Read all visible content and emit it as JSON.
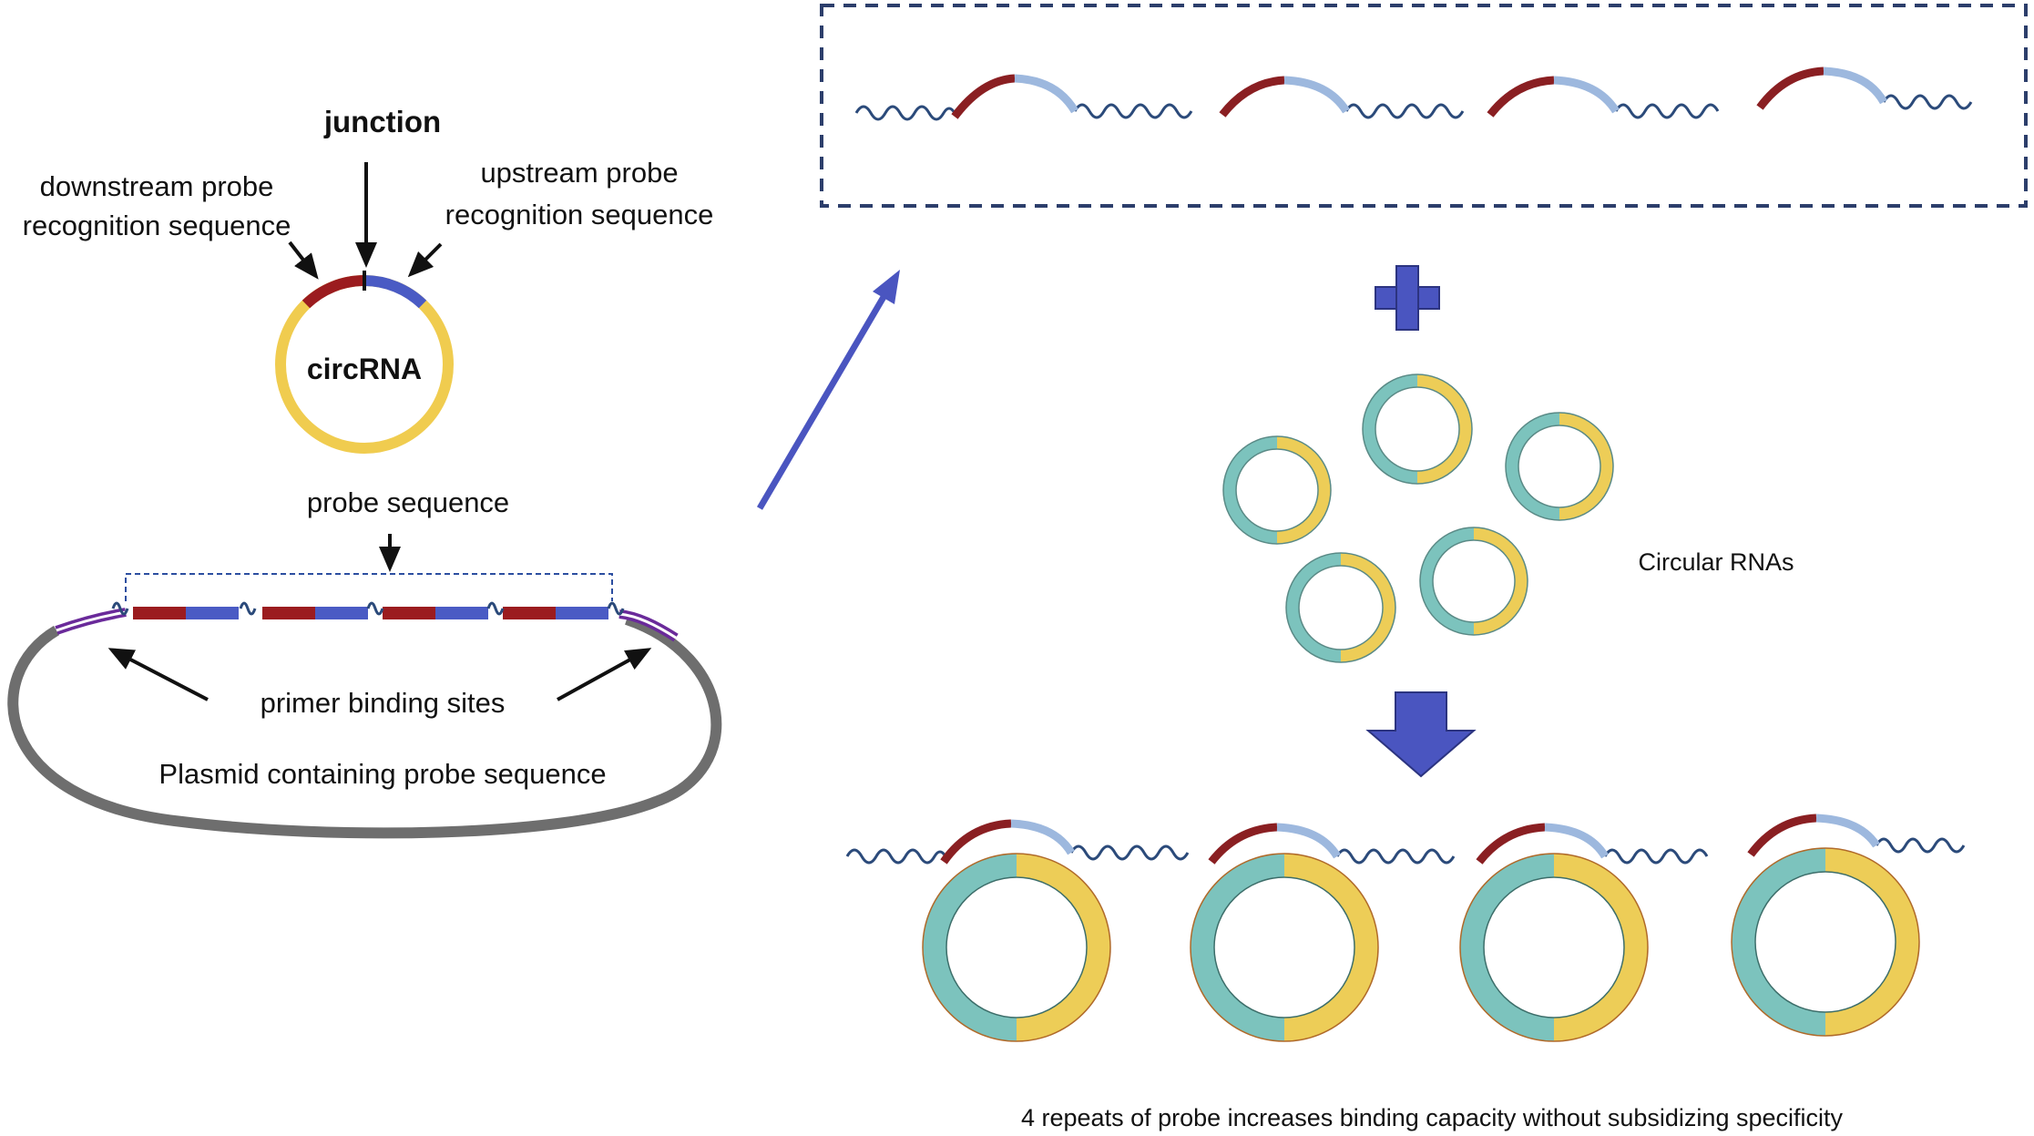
{
  "labels": {
    "junction": "junction",
    "downstream_line1": "downstream probe",
    "downstream_line2": "recognition sequence",
    "upstream_line1": "upstream probe",
    "upstream_line2": "recognition sequence",
    "circrna": "circRNA",
    "probe_sequence": "probe sequence",
    "primer_binding_sites": "primer binding sites",
    "plasmid": "Plasmid containing probe sequence",
    "circular_rnas": "Circular RNAs",
    "caption": "4 repeats of probe increases binding capacity without subsidizing specificity"
  },
  "colors": {
    "downstream_segment": "#9b1c1f",
    "upstream_segment": "#4a5bc4",
    "circrna_ring": "#f0cc4f",
    "probe_light_blue": "#8fb0dc",
    "linker_wave": "#2b4a7a",
    "plasmid_backbone": "#6e6e6e",
    "primer_site": "#6a2a9a",
    "flow_arrow": "#4a55c0",
    "circ_teal": "#7cc3bd",
    "circ_yellow": "#edcd57",
    "dashed_box": "#2c3e6b"
  },
  "counts": {
    "probe_repeats": 4,
    "free_circular_rnas": 5,
    "bound_circular_rnas": 4
  }
}
